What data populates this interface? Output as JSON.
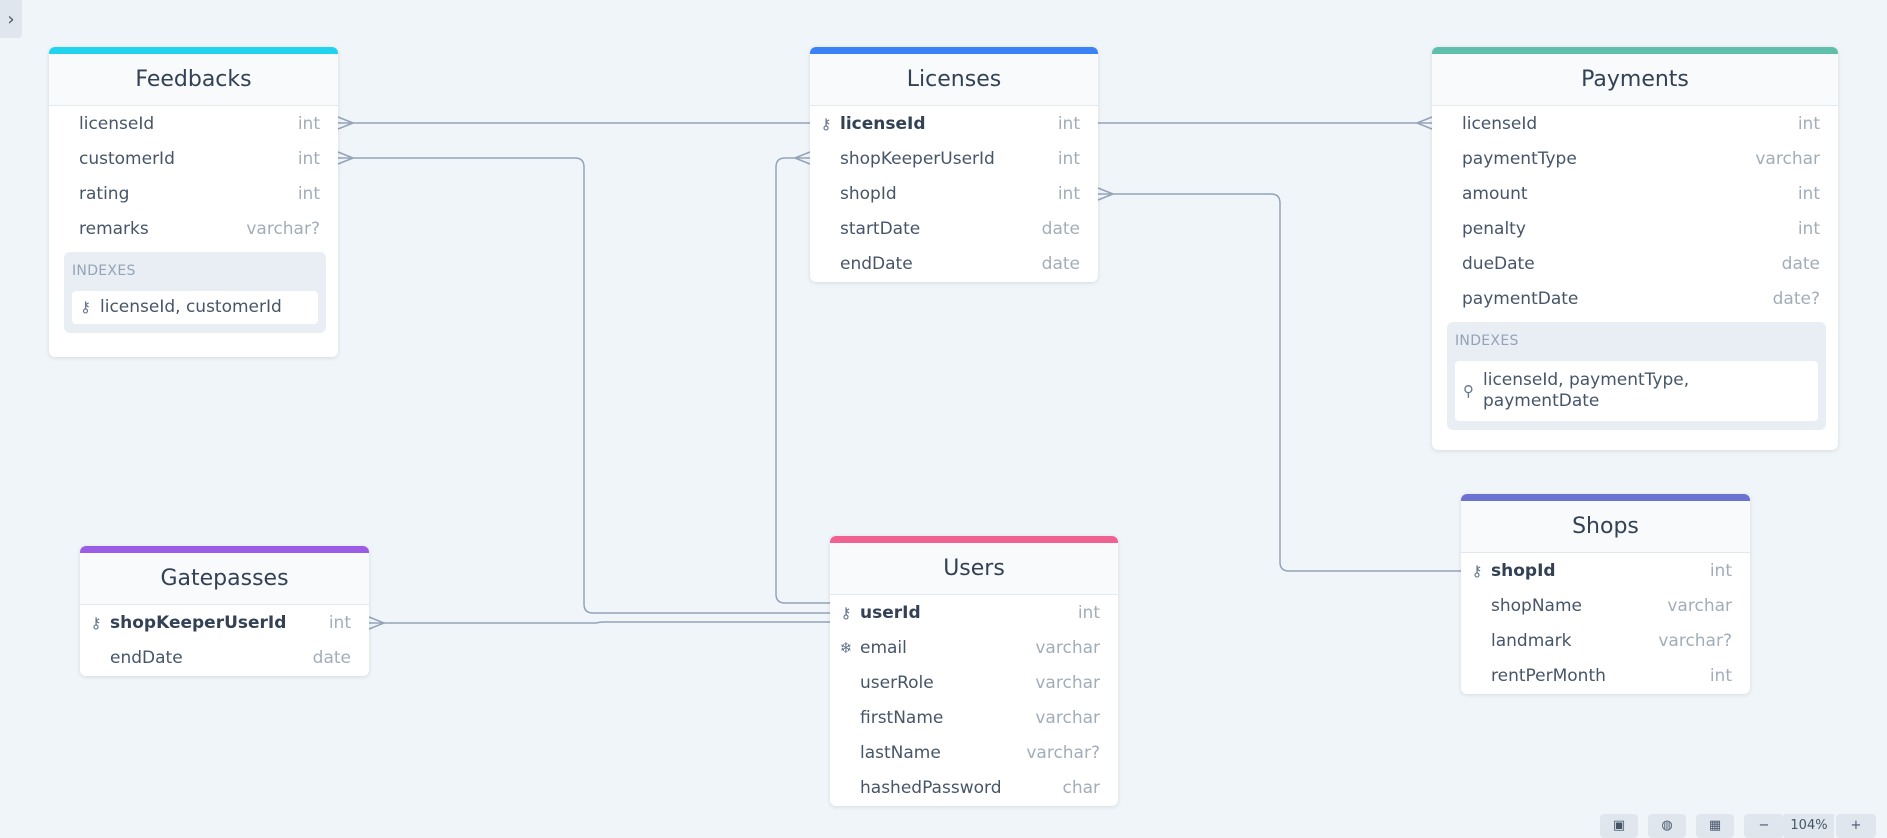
{
  "canvas": {
    "background": "#f0f5f9",
    "connector_color": "#94a3b8"
  },
  "tables": {
    "feedbacks": {
      "title": "Feedbacks",
      "accent": "#22d3ee",
      "fields": [
        {
          "name": "licenseId",
          "type": "int"
        },
        {
          "name": "customerId",
          "type": "int"
        },
        {
          "name": "rating",
          "type": "int"
        },
        {
          "name": "remarks",
          "type": "varchar?"
        }
      ],
      "indexes_label": "INDEXES",
      "indexes": [
        {
          "icon": "key-icon",
          "columns": "licenseId, customerId"
        }
      ]
    },
    "licenses": {
      "title": "Licenses",
      "accent": "#3b82f6",
      "fields": [
        {
          "name": "licenseId",
          "type": "int",
          "icon": "key-icon"
        },
        {
          "name": "shopKeeperUserId",
          "type": "int"
        },
        {
          "name": "shopId",
          "type": "int"
        },
        {
          "name": "startDate",
          "type": "date"
        },
        {
          "name": "endDate",
          "type": "date"
        }
      ]
    },
    "payments": {
      "title": "Payments",
      "accent": "#5fbfaa",
      "fields": [
        {
          "name": "licenseId",
          "type": "int"
        },
        {
          "name": "paymentType",
          "type": "varchar"
        },
        {
          "name": "amount",
          "type": "int"
        },
        {
          "name": "penalty",
          "type": "int"
        },
        {
          "name": "dueDate",
          "type": "date"
        },
        {
          "name": "paymentDate",
          "type": "date?"
        }
      ],
      "indexes_label": "INDEXES",
      "indexes": [
        {
          "icon": "index-icon",
          "columns": "licenseId, paymentType, paymentDate"
        }
      ]
    },
    "gatepasses": {
      "title": "Gatepasses",
      "accent": "#9b5de5",
      "fields": [
        {
          "name": "shopKeeperUserId",
          "type": "int",
          "icon": "key-icon"
        },
        {
          "name": "endDate",
          "type": "date"
        }
      ]
    },
    "users": {
      "title": "Users",
      "accent": "#f06292",
      "fields": [
        {
          "name": "userId",
          "type": "int",
          "icon": "key-icon"
        },
        {
          "name": "email",
          "type": "varchar",
          "icon": "unique-icon"
        },
        {
          "name": "userRole",
          "type": "varchar"
        },
        {
          "name": "firstName",
          "type": "varchar"
        },
        {
          "name": "lastName",
          "type": "varchar?"
        },
        {
          "name": "hashedPassword",
          "type": "char"
        }
      ]
    },
    "shops": {
      "title": "Shops",
      "accent": "#6a73d1",
      "fields": [
        {
          "name": "shopId",
          "type": "int",
          "icon": "key-icon"
        },
        {
          "name": "shopName",
          "type": "varchar"
        },
        {
          "name": "landmark",
          "type": "varchar?"
        },
        {
          "name": "rentPerMonth",
          "type": "int"
        }
      ]
    }
  },
  "toolbar": {
    "zoom_label": "104%"
  }
}
